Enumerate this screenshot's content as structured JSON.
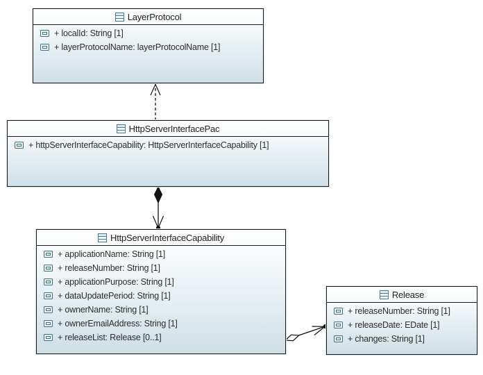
{
  "diagram": {
    "type": "uml-class-diagram",
    "colors": {
      "box_border": "#1b1b1b",
      "box_gradient_top": "#ffffff",
      "box_gradient_bottom": "#cfdfe6",
      "outer_halo": "#d9e7f1",
      "icon_accent": "#48798f",
      "text": "#2d2d2d",
      "connector": "#111111"
    },
    "classes": [
      {
        "name": "LayerProtocol",
        "attributes": [
          "+ localId: String [1]",
          "+ layerProtocolName: layerProtocolName [1]"
        ]
      },
      {
        "name": "HttpServerInterfacePac",
        "attributes": [
          "+ httpServerInterfaceCapability: HttpServerInterfaceCapability [1]"
        ]
      },
      {
        "name": "HttpServerInterfaceCapability",
        "attributes": [
          "+ applicationName: String [1]",
          "+ releaseNumber: String [1]",
          "+ applicationPurpose: String [1]",
          "+ dataUpdatePeriod: String [1]",
          "+ ownerName: String [1]",
          "+ ownerEmailAddress: String [1]",
          "+ releaseList: Release [0..1]"
        ]
      },
      {
        "name": "Release",
        "attributes": [
          "+ releaseNumber: String [1]",
          "+ releaseDate: EDate [1]",
          "+ changes: String [1]"
        ]
      }
    ],
    "connectors": [
      {
        "type": "dependency",
        "line": "dashed",
        "end": "open-arrow",
        "from": "HttpServerInterfacePac",
        "to": "LayerProtocol"
      },
      {
        "type": "composition",
        "line": "solid",
        "start": "filled-diamond",
        "end": "open-arrow-dot",
        "from": "HttpServerInterfacePac",
        "to": "HttpServerInterfaceCapability"
      },
      {
        "type": "aggregation",
        "line": "solid",
        "start": "hollow-diamond",
        "end": "open-arrow-dot",
        "from": "HttpServerInterfaceCapability",
        "to": "Release"
      }
    ]
  }
}
